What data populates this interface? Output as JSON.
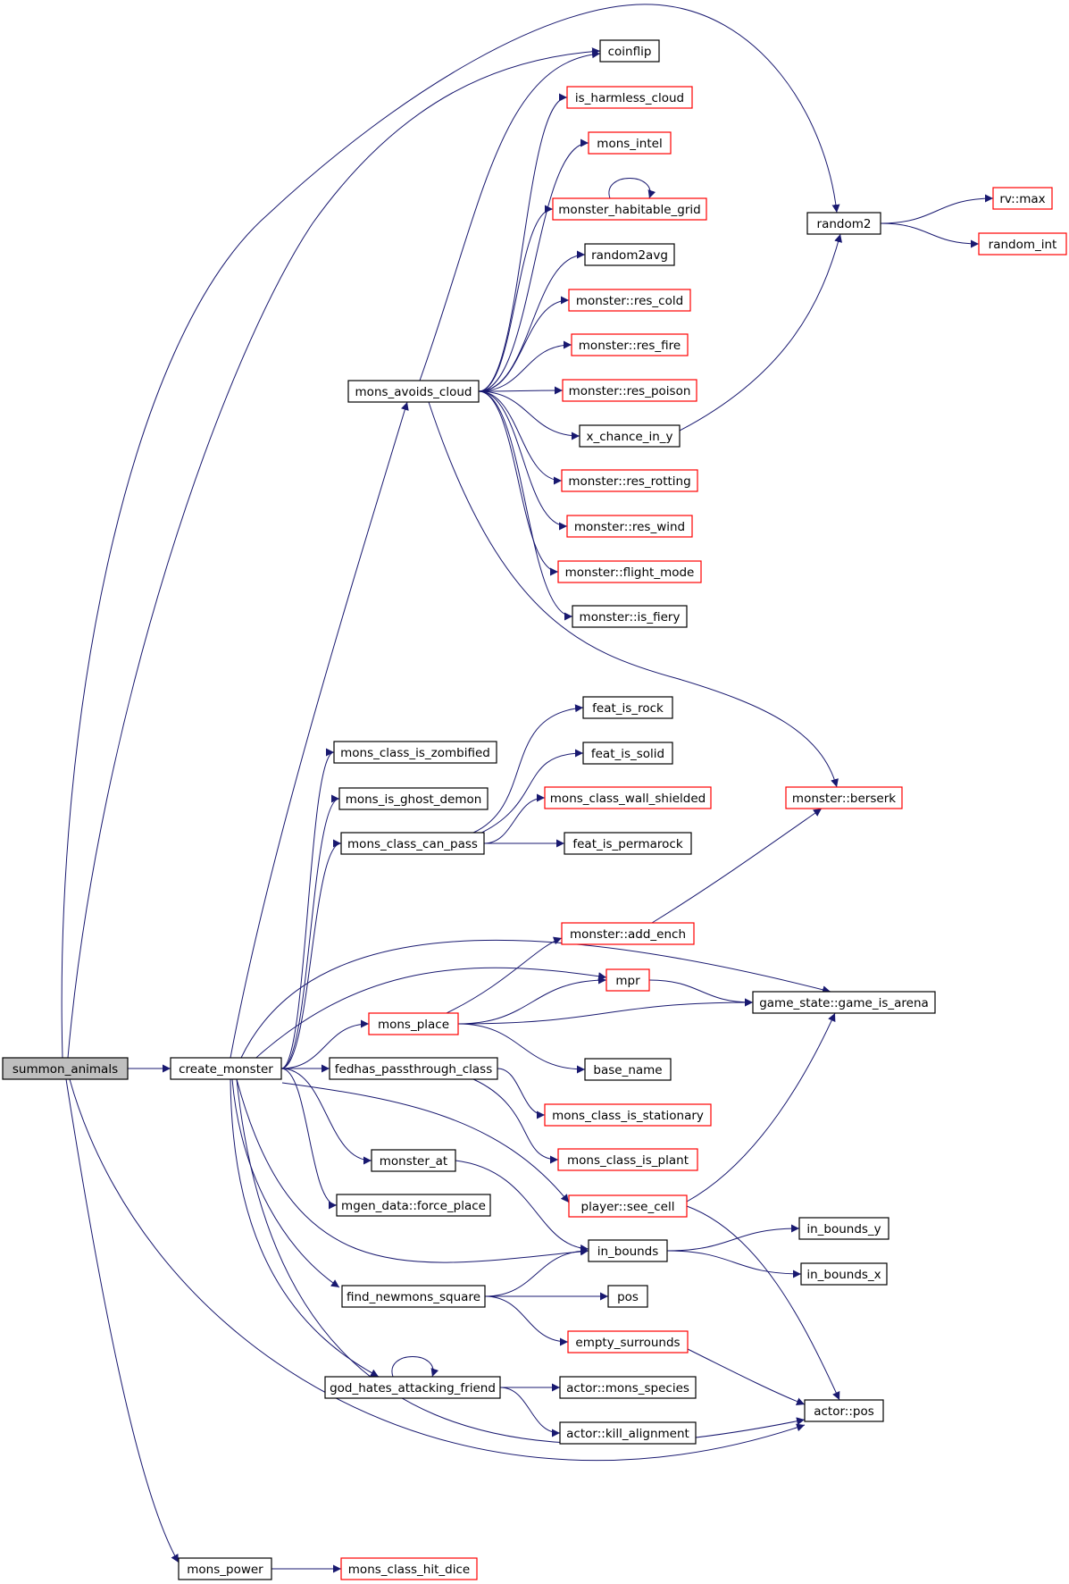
{
  "diagram": {
    "colors": {
      "edge": "#191970",
      "focus_fill": "#bfbfbf",
      "node_fill": "#ffffff",
      "border_documented": "#000000",
      "border_undocumented": "#ff0000"
    },
    "nodes": [
      {
        "id": "summon_animals",
        "label": "summon_animals",
        "border": "black",
        "focus": true
      },
      {
        "id": "create_monster",
        "label": "create_monster",
        "border": "black"
      },
      {
        "id": "mons_power",
        "label": "mons_power",
        "border": "black"
      },
      {
        "id": "mons_class_hit_dice",
        "label": "mons_class_hit_dice",
        "border": "red"
      },
      {
        "id": "mons_avoids_cloud",
        "label": "mons_avoids_cloud",
        "border": "black"
      },
      {
        "id": "coinflip",
        "label": "coinflip",
        "border": "black"
      },
      {
        "id": "is_harmless_cloud",
        "label": "is_harmless_cloud",
        "border": "red"
      },
      {
        "id": "mons_intel",
        "label": "mons_intel",
        "border": "red"
      },
      {
        "id": "monster_habitable_grid",
        "label": "monster_habitable_grid",
        "border": "red"
      },
      {
        "id": "random2avg",
        "label": "random2avg",
        "border": "black"
      },
      {
        "id": "res_cold",
        "label": "monster::res_cold",
        "border": "red"
      },
      {
        "id": "res_fire",
        "label": "monster::res_fire",
        "border": "red"
      },
      {
        "id": "res_poison",
        "label": "monster::res_poison",
        "border": "red"
      },
      {
        "id": "x_chance_in_y",
        "label": "x_chance_in_y",
        "border": "black"
      },
      {
        "id": "res_rotting",
        "label": "monster::res_rotting",
        "border": "red"
      },
      {
        "id": "res_wind",
        "label": "monster::res_wind",
        "border": "red"
      },
      {
        "id": "flight_mode",
        "label": "monster::flight_mode",
        "border": "red"
      },
      {
        "id": "is_fiery",
        "label": "monster::is_fiery",
        "border": "black"
      },
      {
        "id": "random2",
        "label": "random2",
        "border": "black"
      },
      {
        "id": "rv_max",
        "label": "rv::max",
        "border": "red"
      },
      {
        "id": "random_int",
        "label": "random_int",
        "border": "red"
      },
      {
        "id": "mons_class_is_zombified",
        "label": "mons_class_is_zombified",
        "border": "black"
      },
      {
        "id": "mons_is_ghost_demon",
        "label": "mons_is_ghost_demon",
        "border": "black"
      },
      {
        "id": "mons_class_can_pass",
        "label": "mons_class_can_pass",
        "border": "black"
      },
      {
        "id": "feat_is_rock",
        "label": "feat_is_rock",
        "border": "black"
      },
      {
        "id": "feat_is_solid",
        "label": "feat_is_solid",
        "border": "black"
      },
      {
        "id": "mons_class_wall_shielded",
        "label": "mons_class_wall_shielded",
        "border": "red"
      },
      {
        "id": "feat_is_permarock",
        "label": "feat_is_permarock",
        "border": "black"
      },
      {
        "id": "berserk",
        "label": "monster::berserk",
        "border": "red"
      },
      {
        "id": "add_ench",
        "label": "monster::add_ench",
        "border": "red"
      },
      {
        "id": "mpr",
        "label": "mpr",
        "border": "red"
      },
      {
        "id": "game_is_arena",
        "label": "game_state::game_is_arena",
        "border": "black"
      },
      {
        "id": "mons_place",
        "label": "mons_place",
        "border": "red"
      },
      {
        "id": "base_name",
        "label": "base_name",
        "border": "black"
      },
      {
        "id": "fedhas_passthrough_class",
        "label": "fedhas_passthrough_class",
        "border": "black"
      },
      {
        "id": "mons_class_is_stationary",
        "label": "mons_class_is_stationary",
        "border": "red"
      },
      {
        "id": "mons_class_is_plant",
        "label": "mons_class_is_plant",
        "border": "red"
      },
      {
        "id": "monster_at",
        "label": "monster_at",
        "border": "black"
      },
      {
        "id": "see_cell",
        "label": "player::see_cell",
        "border": "red"
      },
      {
        "id": "force_place",
        "label": "mgen_data::force_place",
        "border": "black"
      },
      {
        "id": "in_bounds",
        "label": "in_bounds",
        "border": "black"
      },
      {
        "id": "in_bounds_y",
        "label": "in_bounds_y",
        "border": "black"
      },
      {
        "id": "in_bounds_x",
        "label": "in_bounds_x",
        "border": "black"
      },
      {
        "id": "find_newmons_square",
        "label": "find_newmons_square",
        "border": "black"
      },
      {
        "id": "pos",
        "label": "pos",
        "border": "black"
      },
      {
        "id": "empty_surrounds",
        "label": "empty_surrounds",
        "border": "red"
      },
      {
        "id": "god_hates_attacking_friend",
        "label": "god_hates_attacking_friend",
        "border": "black"
      },
      {
        "id": "mons_species",
        "label": "actor::mons_species",
        "border": "black"
      },
      {
        "id": "kill_alignment",
        "label": "actor::kill_alignment",
        "border": "black"
      },
      {
        "id": "actor_pos",
        "label": "actor::pos",
        "border": "black"
      }
    ],
    "edges": [
      [
        "summon_animals",
        "create_monster"
      ],
      [
        "summon_animals",
        "mons_power"
      ],
      [
        "summon_animals",
        "coinflip"
      ],
      [
        "summon_animals",
        "random2"
      ],
      [
        "summon_animals",
        "actor_pos"
      ],
      [
        "mons_power",
        "mons_class_hit_dice"
      ],
      [
        "create_monster",
        "mons_avoids_cloud"
      ],
      [
        "create_monster",
        "mons_class_is_zombified"
      ],
      [
        "create_monster",
        "mons_is_ghost_demon"
      ],
      [
        "create_monster",
        "mons_class_can_pass"
      ],
      [
        "create_monster",
        "game_is_arena"
      ],
      [
        "create_monster",
        "mpr"
      ],
      [
        "create_monster",
        "mons_place"
      ],
      [
        "create_monster",
        "fedhas_passthrough_class"
      ],
      [
        "create_monster",
        "monster_at"
      ],
      [
        "create_monster",
        "see_cell"
      ],
      [
        "create_monster",
        "force_place"
      ],
      [
        "create_monster",
        "in_bounds"
      ],
      [
        "create_monster",
        "find_newmons_square"
      ],
      [
        "create_monster",
        "god_hates_attacking_friend"
      ],
      [
        "create_monster",
        "actor_pos"
      ],
      [
        "mons_avoids_cloud",
        "coinflip"
      ],
      [
        "mons_avoids_cloud",
        "is_harmless_cloud"
      ],
      [
        "mons_avoids_cloud",
        "mons_intel"
      ],
      [
        "mons_avoids_cloud",
        "monster_habitable_grid"
      ],
      [
        "mons_avoids_cloud",
        "random2avg"
      ],
      [
        "mons_avoids_cloud",
        "res_cold"
      ],
      [
        "mons_avoids_cloud",
        "res_fire"
      ],
      [
        "mons_avoids_cloud",
        "res_poison"
      ],
      [
        "mons_avoids_cloud",
        "x_chance_in_y"
      ],
      [
        "mons_avoids_cloud",
        "res_rotting"
      ],
      [
        "mons_avoids_cloud",
        "res_wind"
      ],
      [
        "mons_avoids_cloud",
        "flight_mode"
      ],
      [
        "mons_avoids_cloud",
        "is_fiery"
      ],
      [
        "mons_avoids_cloud",
        "berserk"
      ],
      [
        "monster_habitable_grid",
        "monster_habitable_grid"
      ],
      [
        "x_chance_in_y",
        "random2"
      ],
      [
        "random2",
        "rv_max"
      ],
      [
        "random2",
        "random_int"
      ],
      [
        "mons_class_can_pass",
        "feat_is_rock"
      ],
      [
        "mons_class_can_pass",
        "feat_is_solid"
      ],
      [
        "mons_class_can_pass",
        "mons_class_wall_shielded"
      ],
      [
        "mons_class_can_pass",
        "feat_is_permarock"
      ],
      [
        "add_ench",
        "berserk"
      ],
      [
        "mons_place",
        "add_ench"
      ],
      [
        "mons_place",
        "mpr"
      ],
      [
        "mons_place",
        "game_is_arena"
      ],
      [
        "mons_place",
        "base_name"
      ],
      [
        "mpr",
        "game_is_arena"
      ],
      [
        "fedhas_passthrough_class",
        "mons_class_is_stationary"
      ],
      [
        "fedhas_passthrough_class",
        "mons_class_is_plant"
      ],
      [
        "monster_at",
        "in_bounds"
      ],
      [
        "see_cell",
        "game_is_arena"
      ],
      [
        "see_cell",
        "actor_pos"
      ],
      [
        "in_bounds",
        "in_bounds_y"
      ],
      [
        "in_bounds",
        "in_bounds_x"
      ],
      [
        "find_newmons_square",
        "in_bounds"
      ],
      [
        "find_newmons_square",
        "pos"
      ],
      [
        "find_newmons_square",
        "empty_surrounds"
      ],
      [
        "empty_surrounds",
        "actor_pos"
      ],
      [
        "god_hates_attacking_friend",
        "god_hates_attacking_friend"
      ],
      [
        "god_hates_attacking_friend",
        "mons_species"
      ],
      [
        "god_hates_attacking_friend",
        "kill_alignment"
      ]
    ]
  }
}
